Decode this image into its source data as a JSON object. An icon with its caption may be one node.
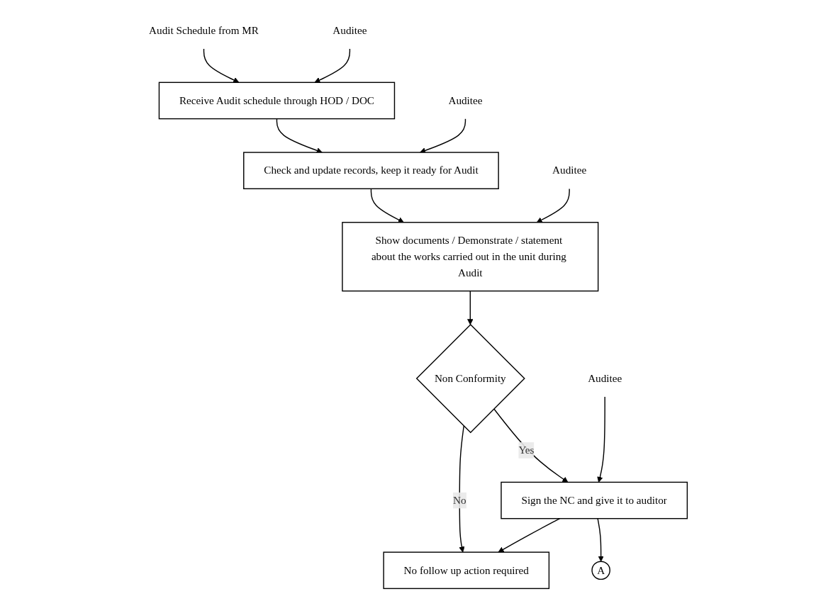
{
  "diagram": {
    "nodes": [
      {
        "text": [
          "Audit Schedule from MR"
        ]
      },
      {
        "text": [
          "Auditee"
        ]
      },
      {
        "text": [
          "Receive Audit schedule through HOD / DOC"
        ]
      },
      {
        "text": [
          "Auditee"
        ]
      },
      {
        "text": [
          "Check and update records, keep it ready for Audit"
        ]
      },
      {
        "text": [
          "Auditee"
        ]
      },
      {
        "text": [
          "Show documents / Demonstrate / statement about the works carried out in the unit during Audit"
        ]
      },
      {
        "text": [
          "Non Conformity"
        ]
      },
      {
        "text": [
          "No follow up action required"
        ]
      },
      {
        "text": [
          "Sign the NC and give it to auditor"
        ]
      },
      {
        "text": [
          "Auditee"
        ]
      },
      {
        "text": [
          "A"
        ]
      }
    ],
    "edges": [
      {
        "from": 0,
        "to": 2,
        "arrow": "to"
      },
      {
        "from": 1,
        "to": 2,
        "arrow": "to"
      },
      {
        "from": 2,
        "to": 4,
        "arrow": "to"
      },
      {
        "from": 3,
        "to": 4,
        "arrow": "to"
      },
      {
        "from": 4,
        "to": 6,
        "arrow": "to"
      },
      {
        "from": 5,
        "to": 6,
        "arrow": "to"
      },
      {
        "from": 6,
        "to": 7,
        "arrow": "to"
      },
      {
        "from": 7,
        "to": 8,
        "label": "No",
        "arrow": "to"
      },
      {
        "from": 7,
        "to": 9,
        "label": "Yes",
        "arrow": "to"
      },
      {
        "from": 10,
        "to": 9,
        "arrow": "to"
      },
      {
        "from": 9,
        "to": 8,
        "arrow": "to"
      },
      {
        "from": 9,
        "to": 11,
        "arrow": "to"
      }
    ]
  }
}
